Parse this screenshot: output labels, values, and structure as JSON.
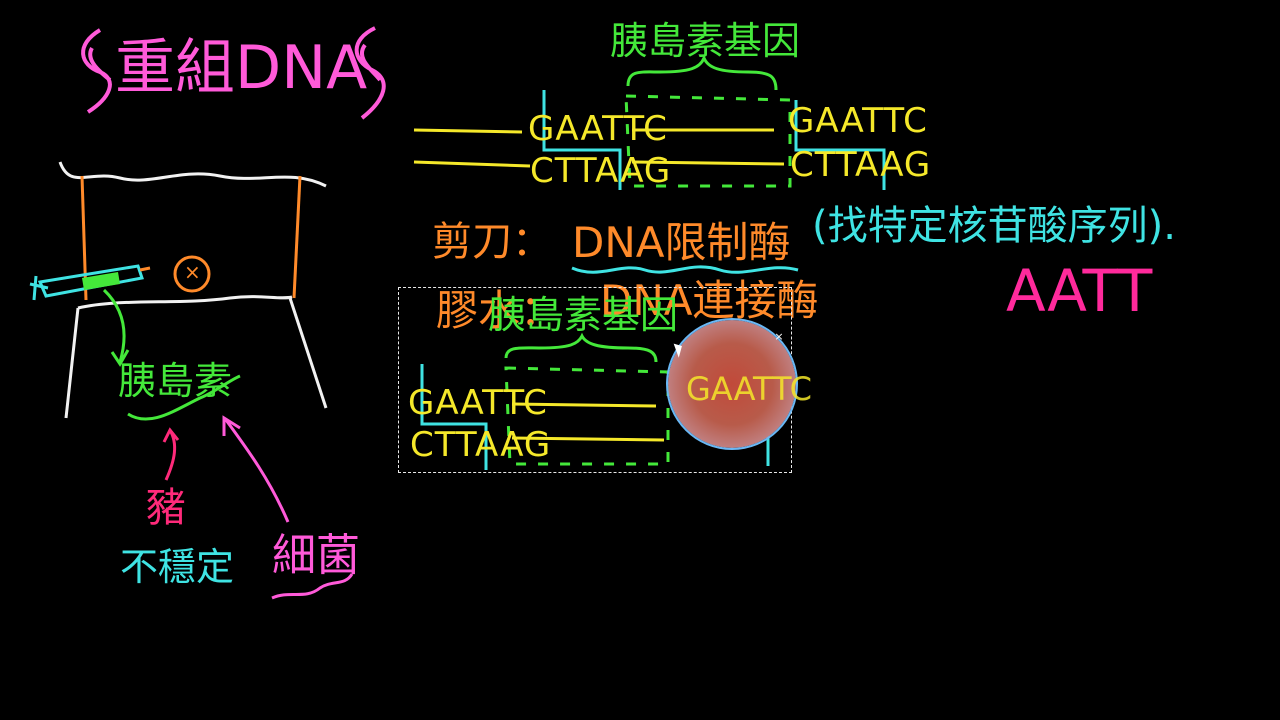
{
  "board": {
    "title": "重組DNA",
    "gene_label": "胰島素基因",
    "top_strand": "GAATTC",
    "bottom_strand": "CTTAAG",
    "scissors_label": "剪刀：",
    "enzyme_label": "DNA限制酶",
    "enzyme_note": "(找特定核苷酸序列).",
    "aatt": "AATT",
    "glue_label": "膠水：",
    "ligase_label": "DNA連接酶",
    "insulin_label": "胰島素",
    "pig_label": "豬",
    "unstable_label": "不穩定",
    "bacteria_label": "細菌",
    "circle_mark": "×"
  },
  "selection_copy": {
    "gene_label": "胰島素基因",
    "top_strand": "GAATTC",
    "bottom_strand": "CTTAAG"
  },
  "magnifier": {
    "preview_text": "GAATTC",
    "close_glyph": "×"
  },
  "colors": {
    "background": "#000000",
    "pink": "#ff5ad9",
    "green": "#44e83a",
    "yellow": "#f5e82a",
    "cyan": "#3fe3e3",
    "orange": "#ff8a2a",
    "magenta": "#ff2a7a",
    "white": "#f2f2f2",
    "magnifier_blue": "#5aaef0"
  }
}
